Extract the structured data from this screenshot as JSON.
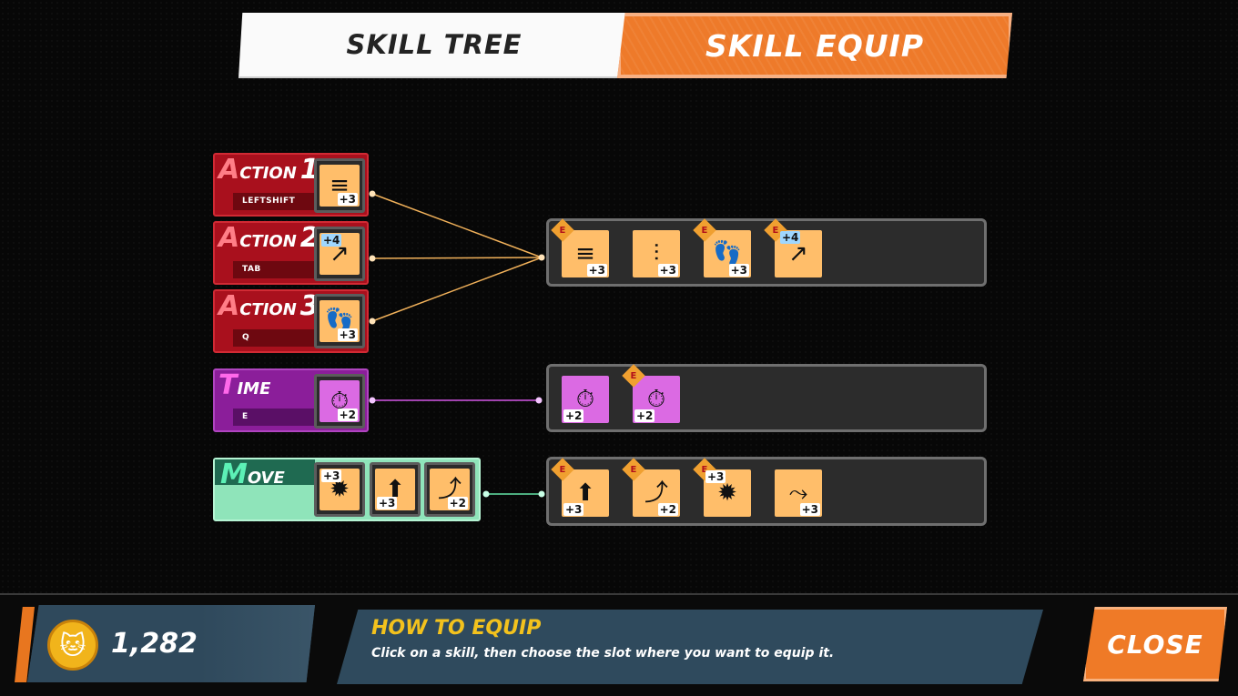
{
  "tabs": {
    "tree": "SKILL TREE",
    "equip": "SKILL EQUIP"
  },
  "slots": {
    "action1": {
      "initial": "A",
      "rest": "CTION",
      "num": "1",
      "key": "LEFTSHIFT",
      "plus": "+3"
    },
    "action2": {
      "initial": "A",
      "rest": "CTION",
      "num": "2",
      "key": "TAB",
      "plus": "+4"
    },
    "action3": {
      "initial": "A",
      "rest": "CTION",
      "num": "3",
      "key": "Q",
      "plus": "+3"
    },
    "time": {
      "initial": "T",
      "rest": "IME",
      "key": "E",
      "plus": "+2"
    },
    "move": {
      "initial": "M",
      "rest": "OVE",
      "plus1": "+3",
      "plus2": "+3",
      "plus3": "+2"
    }
  },
  "groups": {
    "action": {
      "plus": [
        "+3",
        "+3",
        "+3",
        "+4"
      ],
      "equipped_badge": "E"
    },
    "time": {
      "plus": [
        "+2",
        "+2"
      ],
      "equipped_badge": "E"
    },
    "move": {
      "plus": [
        "+3",
        "+2",
        "+3",
        "+3"
      ],
      "equipped_badge": "E"
    }
  },
  "icons": {
    "speed_lines": "dash-icon",
    "claw": "claw-icon",
    "foot": "footprint-icon",
    "arrow": "curve-arrow-icon",
    "clock": "stopwatch-icon",
    "burst": "burst-icon",
    "up_arrow": "jump-icon",
    "wall": "wall-jump-icon"
  },
  "colors": {
    "orange": "#ee7a2a",
    "red": "#a9101d",
    "purple": "#8b1e9a",
    "green": "#8fe4ba",
    "gold": "#f3c21d",
    "blue_panel": "#2f495c"
  },
  "currency": {
    "amount": "1,282"
  },
  "howto": {
    "title": "HOW TO EQUIP",
    "text": "Click on a skill, then choose the slot where you want to equip it."
  },
  "close_label": "CLOSE"
}
